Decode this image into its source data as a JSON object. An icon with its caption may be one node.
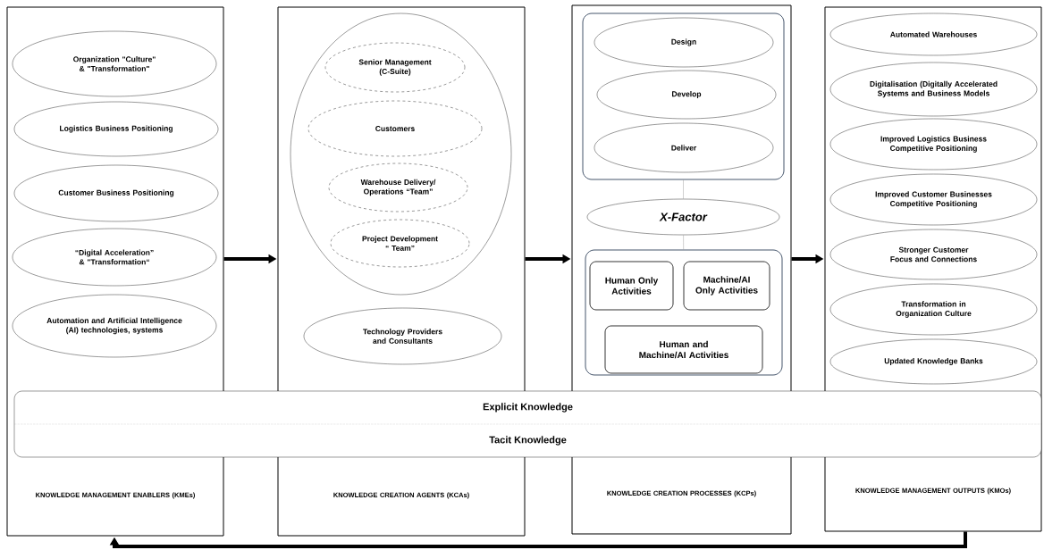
{
  "diagram": {
    "nodes": [
      {
        "text": [
          "KNOWLEDGE MANAGEMENT ENABLERS (KMEs)"
        ]
      },
      {
        "text": [
          "Organization \"Culture\" & \"Transformation\""
        ],
        "in": 0
      },
      {
        "text": [
          "Logistics Business Positioning"
        ],
        "in": 0
      },
      {
        "text": [
          "Customer Business Positioning"
        ],
        "in": 0
      },
      {
        "text": [
          "“Digital Acceleration” & \"Transformation“"
        ],
        "in": 0
      },
      {
        "text": [
          "Automation and Artificial Intelligence (AI) technologies, systems"
        ],
        "in": 0
      },
      {
        "text": [
          "KNOWLEDGE CREATION AGENTS (KCAs)"
        ]
      },
      {
        "text": [],
        "shape": "ellipse",
        "in": 6
      },
      {
        "text": [
          "Senior Management (C-Suite)"
        ],
        "in": 7
      },
      {
        "text": [
          "Customers"
        ],
        "in": 7
      },
      {
        "text": [
          "Warehouse Delivery/ Operations “Team”"
        ],
        "in": 7
      },
      {
        "text": [
          "Project Development “ Team”"
        ],
        "in": 7
      },
      {
        "text": [
          "Technology Providers and Consultants"
        ],
        "in": 6
      },
      {
        "text": [
          "KNOWLEDGE CREATION PROCESSES (KCPs)"
        ]
      },
      {
        "text": [],
        "shape": "box",
        "in": 13
      },
      {
        "text": [
          "Design"
        ],
        "in": 14
      },
      {
        "text": [
          "Develop"
        ],
        "in": 14
      },
      {
        "text": [
          "Deliver"
        ],
        "in": 14
      },
      {
        "text": [
          "X-Factor"
        ],
        "in": 13
      },
      {
        "text": [],
        "shape": "box",
        "in": 13
      },
      {
        "text": [
          "Human Only Activities"
        ],
        "in": 19
      },
      {
        "text": [
          "Machine/AI Only Activities"
        ],
        "in": 19
      },
      {
        "text": [
          "Human and Machine/AI Activities"
        ],
        "in": 19
      },
      {
        "text": [
          "KNOWLEDGE MANAGEMENT OUTPUTS (KMOs)"
        ]
      },
      {
        "text": [
          "Automated Warehouses"
        ],
        "in": 23
      },
      {
        "text": [
          "Digitalisation (Digitally Accelerated Systems and Business Models"
        ],
        "in": 23
      },
      {
        "text": [
          "Improved Logistics  Business Competitive Positioning"
        ],
        "in": 23
      },
      {
        "text": [
          "Improved Customer Businesses Competitive Positioning"
        ],
        "in": 23
      },
      {
        "text": [
          "Stronger Customer Focus and Connections"
        ],
        "in": 23
      },
      {
        "text": [
          "Transformation in Organization Culture"
        ],
        "in": 23
      },
      {
        "text": [
          "Updated Knowledge Banks"
        ],
        "in": 23
      },
      {
        "text": [
          "Explicit Knowledge",
          "Tacit Knowledge"
        ]
      }
    ],
    "edges": [
      {
        "from": 0,
        "to": 6,
        "arrow": "to"
      },
      {
        "from": 6,
        "to": 13,
        "arrow": "to"
      },
      {
        "from": 13,
        "to": 23,
        "arrow": "to"
      },
      {
        "from": 23,
        "to": 0,
        "arrow": "to"
      },
      {
        "from": 14,
        "to": 18,
        "arrow": "none",
        "color": "#8c8c8c"
      },
      {
        "from": 18,
        "to": 19,
        "arrow": "none",
        "color": "#8c8c8c"
      }
    ]
  }
}
